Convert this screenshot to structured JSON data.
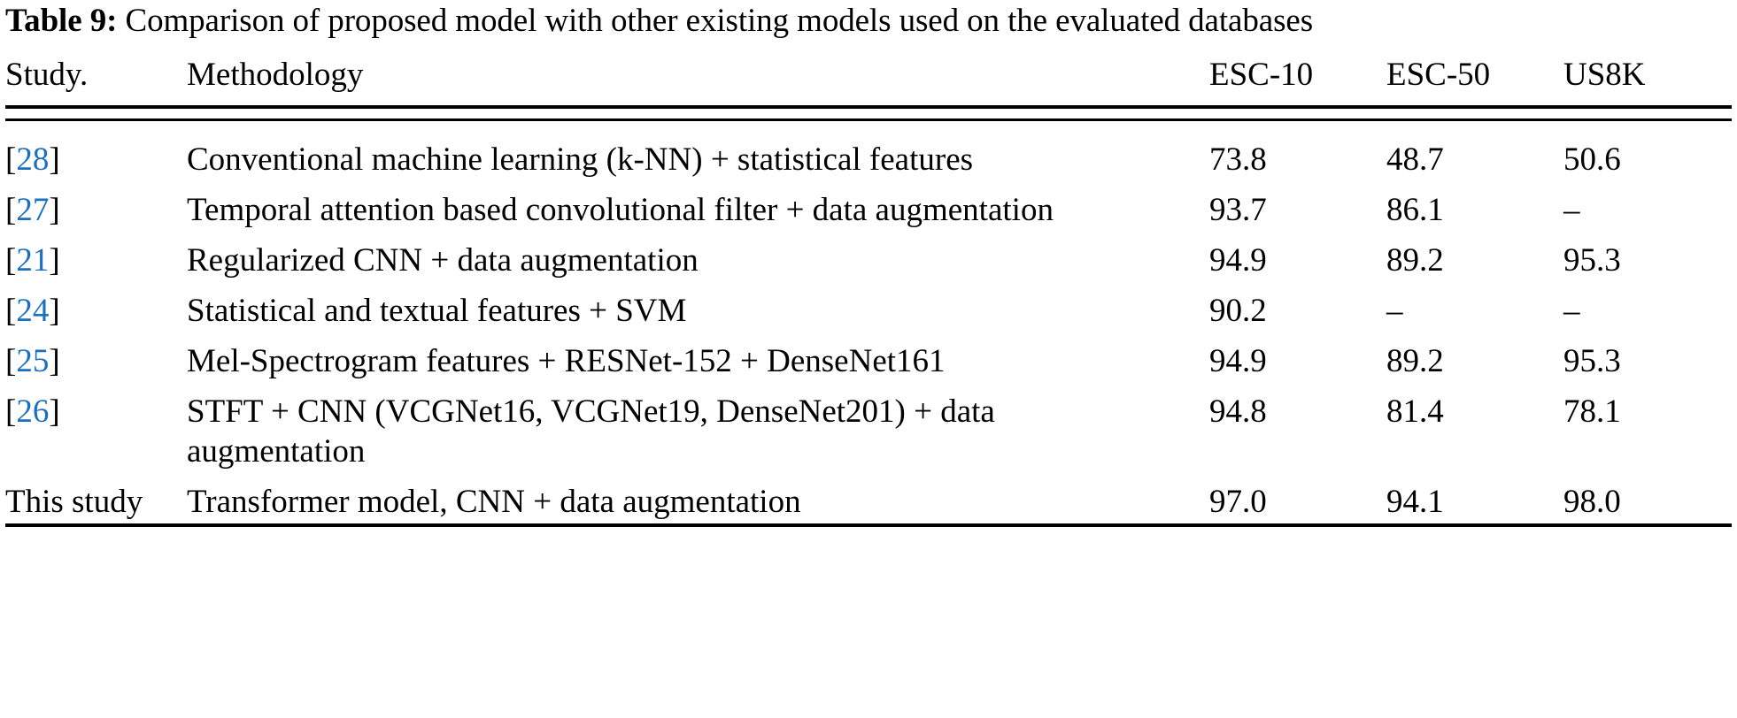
{
  "caption": {
    "label": "Table 9:",
    "text": " Comparison of proposed model with other existing models used on the evaluated databases"
  },
  "table": {
    "headers": {
      "study": "Study.",
      "methodology": "Methodology",
      "esc10": "ESC-10",
      "esc50": "ESC-50",
      "us8k": "US8K"
    },
    "citation_color": "#1a6fc0",
    "rows": [
      {
        "study_open": "[",
        "study_num": "28",
        "study_close": "]",
        "methodology": "Conventional machine learning (k-NN) + statistical features",
        "esc10": "73.8",
        "esc50": "48.7",
        "us8k": "50.6",
        "bold": false
      },
      {
        "study_open": "[",
        "study_num": "27",
        "study_close": "]",
        "methodology": "Temporal attention based convolutional filter + data augmentation",
        "esc10": "93.7",
        "esc50": "86.1",
        "us8k": "–",
        "bold": false
      },
      {
        "study_open": "[",
        "study_num": "21",
        "study_close": "]",
        "methodology": "Regularized CNN + data augmentation",
        "esc10": "94.9",
        "esc50": "89.2",
        "us8k": "95.3",
        "bold": false
      },
      {
        "study_open": "[",
        "study_num": "24",
        "study_close": "]",
        "methodology": "Statistical and textual features + SVM",
        "esc10": "90.2",
        "esc50": "–",
        "us8k": "–",
        "bold": false
      },
      {
        "study_open": "[",
        "study_num": "25",
        "study_close": "]",
        "methodology": "Mel-Spectrogram features + RESNet-152 + DenseNet161",
        "esc10": "94.9",
        "esc50": "89.2",
        "us8k": "95.3",
        "bold": false
      },
      {
        "study_open": "[",
        "study_num": "26",
        "study_close": "]",
        "methodology": "STFT + CNN (VCGNet16, VCGNet19, DenseNet201) + data augmentation",
        "esc10": "94.8",
        "esc50": "81.4",
        "us8k": "78.1",
        "bold": false
      },
      {
        "study_open": "",
        "study_num": "This study",
        "study_close": "",
        "methodology": "Transformer model, CNN + data augmentation",
        "esc10": "97.0",
        "esc50": "94.1",
        "us8k": "98.0",
        "bold": true
      }
    ]
  }
}
